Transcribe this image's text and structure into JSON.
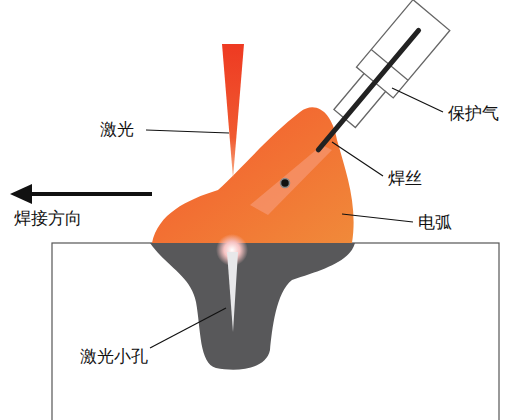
{
  "diagram": {
    "labels": [
      "激光",
      "保护气",
      "焊丝",
      "焊接方向",
      "电弧",
      "激光小孔"
    ]
  }
}
